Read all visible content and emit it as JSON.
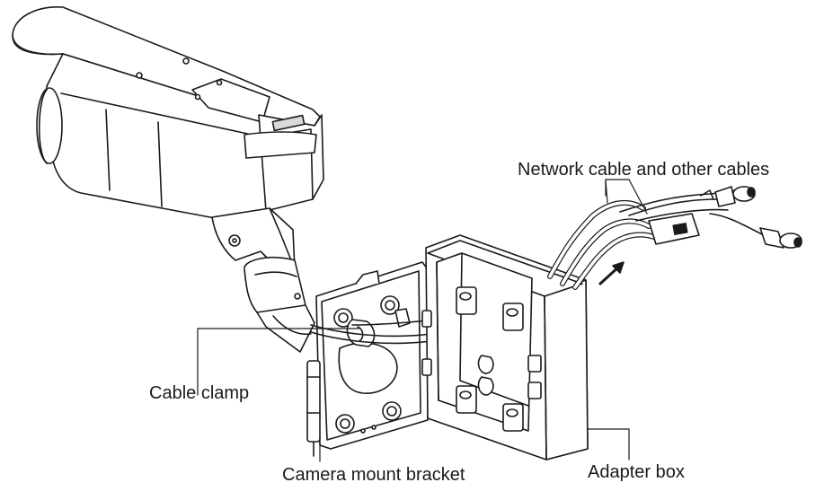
{
  "labels": {
    "network_cables": "Network cable and other cables",
    "cable_clamp": "Cable clamp",
    "camera_mount_bracket": "Camera mount bracket",
    "adapter_box": "Adapter box"
  },
  "colors": {
    "line": "#1a1a1a",
    "body_fill": "#ffffff",
    "shade": "#d9d9d9",
    "dark_shade": "#8c8c8c"
  }
}
